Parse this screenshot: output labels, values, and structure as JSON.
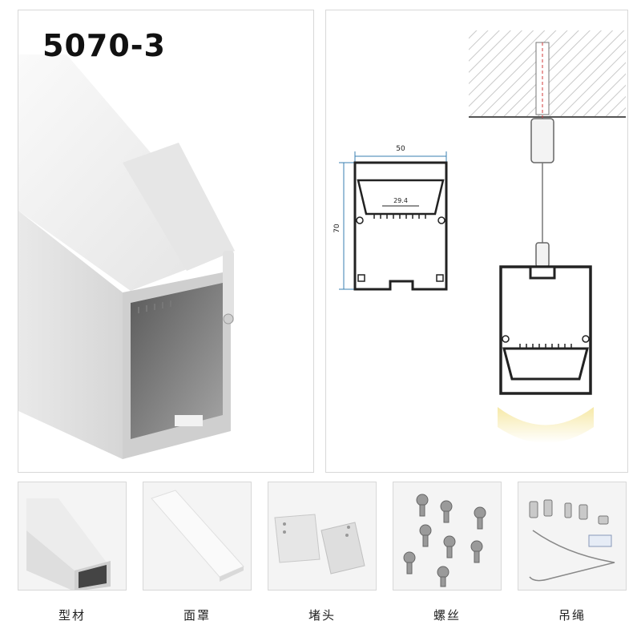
{
  "product": {
    "model": "5070-3"
  },
  "drawing": {
    "width_dim": "50",
    "height_dim": "70",
    "inner_dim": "29.4"
  },
  "accessories": [
    {
      "label": "型材"
    },
    {
      "label": "面罩"
    },
    {
      "label": "堵头"
    },
    {
      "label": "螺丝"
    },
    {
      "label": "吊绳"
    }
  ],
  "colors": {
    "border": "#d8d8d8",
    "profile_line": "#222222",
    "dimension_line": "#3a7fb0",
    "light_glow": "#f6e9a8"
  }
}
